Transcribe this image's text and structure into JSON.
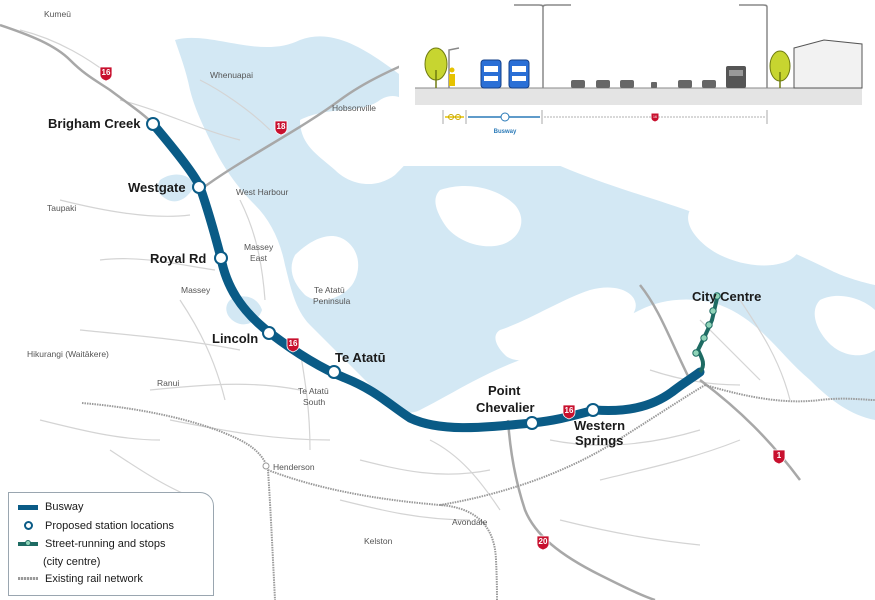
{
  "colors": {
    "water": "#d3e8f4",
    "land": "#ffffff",
    "busway": "#0a5b86",
    "street_running": "#1e6b63",
    "stop_fill": "#8fd4b8",
    "motorway": "#a8a8a8",
    "road": "#d4d4d4",
    "shield": "#c8102e",
    "rail": "#9a9a9a"
  },
  "stations": [
    {
      "name": "Brigham Creek"
    },
    {
      "name": "Westgate"
    },
    {
      "name": "Royal Rd"
    },
    {
      "name": "Lincoln"
    },
    {
      "name": "Te Atatū"
    },
    {
      "name": "Point",
      "name2": "Chevalier"
    },
    {
      "name": "Western",
      "name2": "Springs"
    },
    {
      "name": "City Centre"
    }
  ],
  "suburbs": [
    "Kumeū",
    "Whenuapai",
    "Hobsonville",
    "West Harbour",
    "Taupaki",
    "Massey",
    "East",
    "Massey",
    "Te Atatū",
    "Peninsula",
    "Hikurangi (Waitākere)",
    "Ranui",
    "Te Atatū",
    "South",
    "Henderson",
    "Avondale",
    "Kelston"
  ],
  "shields": [
    "16",
    "18",
    "16",
    "16",
    "1",
    "20"
  ],
  "inset": {
    "busway_label": "Busway",
    "motorway_number": "16",
    "cycle_icon": "cycle-icon",
    "bus_icon": "bus-icon"
  },
  "legend": {
    "busway": "Busway",
    "stations": "Proposed station locations",
    "street_running": "Street-running and stops",
    "street_running_note": "(city centre)",
    "rail": "Existing rail network"
  }
}
